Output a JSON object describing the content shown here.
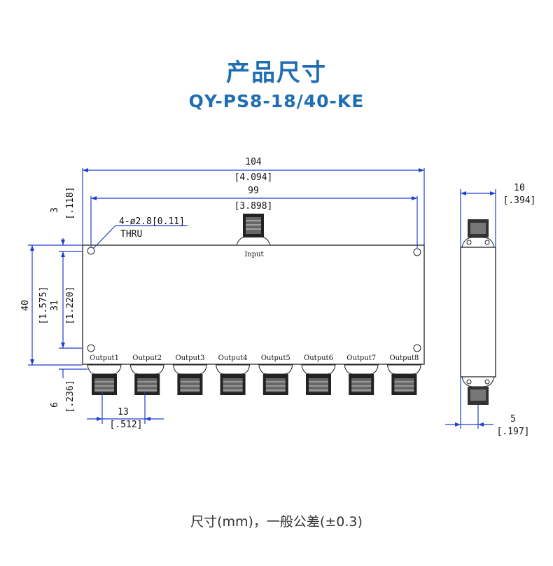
{
  "title": "产品尺寸",
  "model": "QY-PS8-18/40-KE",
  "footer": "尺寸(mm)，一般公差(±0.3)",
  "drawing": {
    "input_label": "Input",
    "hole_note": "4-ø2.8[0.11]",
    "hole_note2": "THRU",
    "outputs": [
      "Output1",
      "Output2",
      "Output3",
      "Output4",
      "Output5",
      "Output6",
      "Output7",
      "Output8"
    ],
    "dims": {
      "length_mm": "104",
      "length_in": "[4.094]",
      "hole_span_mm": "99",
      "hole_span_in": "[3.898]",
      "edge_mm": "3",
      "edge_in": "[.118]",
      "height_mm": "40",
      "height_in": "[1.575]",
      "hole_height_mm": "31",
      "hole_height_in": "[1.220]",
      "conn_mm": "6",
      "conn_in": "[.236]",
      "pitch_mm": "13",
      "pitch_in": "[.512]",
      "thick_mm": "10",
      "thick_in": "[.394]",
      "side_mm": "5",
      "side_in": "[.197]"
    }
  }
}
